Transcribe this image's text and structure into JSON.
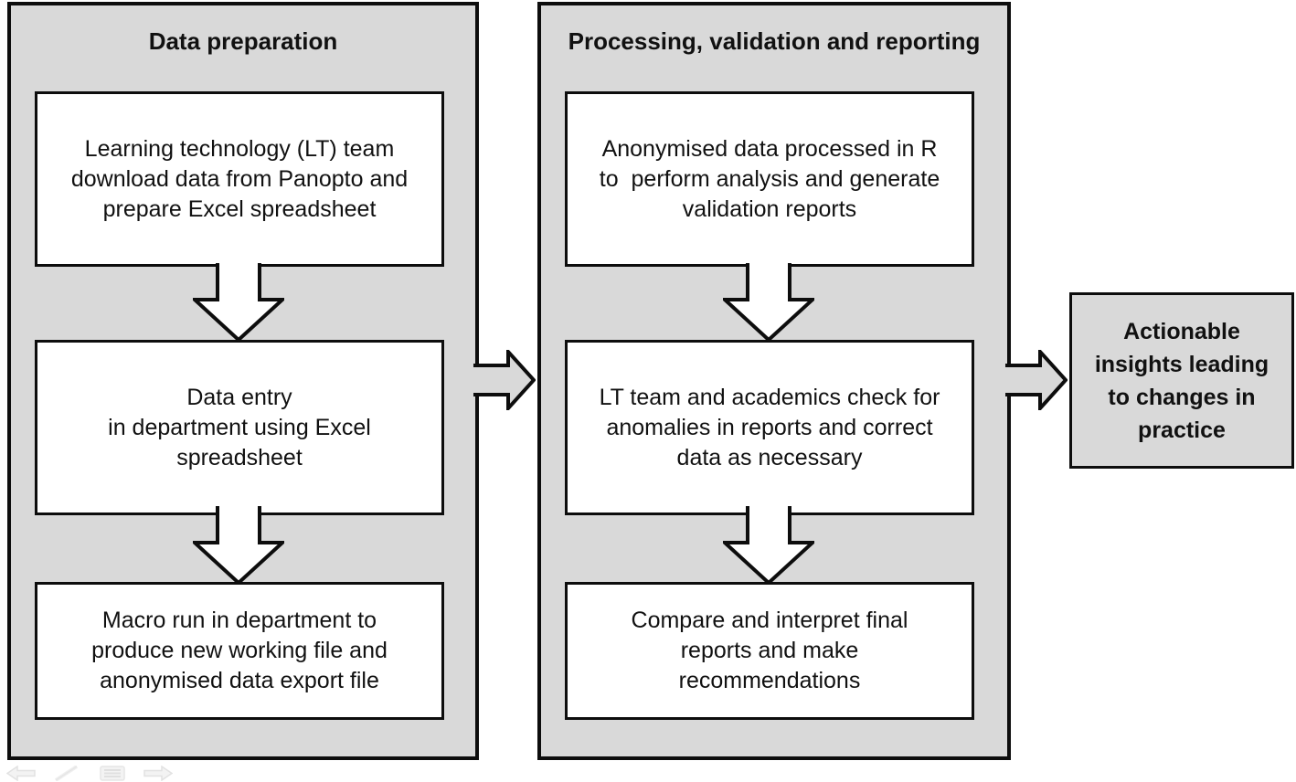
{
  "diagram": {
    "background_color": "#ffffff",
    "panel_fill": "#d9d9d9",
    "step_box_fill": "#ffffff",
    "border_color": "#0d0d0d",
    "down_arrow_fill": "#ffffff",
    "connector_arrow_fill": "#d9d9d9",
    "panels": [
      {
        "title": "Data preparation",
        "steps": [
          {
            "text": "Learning technology (LT) team\ndownload data from Panopto and\nprepare Excel spreadsheet"
          },
          {
            "text": "Data entry\nin department using Excel\nspreadsheet"
          },
          {
            "text": "Macro run in department to\nproduce new working file and\nanonymised data export file"
          }
        ]
      },
      {
        "title": "Processing, validation and reporting",
        "steps": [
          {
            "text": "Anonymised data processed in R\nto  perform analysis and generate\nvalidation reports"
          },
          {
            "text": "LT team and academics check for\nanomalies in reports and correct\ndata as necessary"
          },
          {
            "text": "Compare and interpret final\nreports and make\nrecommendations"
          }
        ]
      }
    ],
    "outcome": {
      "text": "Actionable\ninsights leading\nto changes in\npractice"
    },
    "slideshow_controls": {
      "icons": [
        "previous-slide-icon",
        "pen-icon",
        "slide-menu-icon",
        "next-slide-icon"
      ],
      "icon_fill": "#f2f2f2",
      "icon_stroke": "#e2e2e2"
    }
  }
}
